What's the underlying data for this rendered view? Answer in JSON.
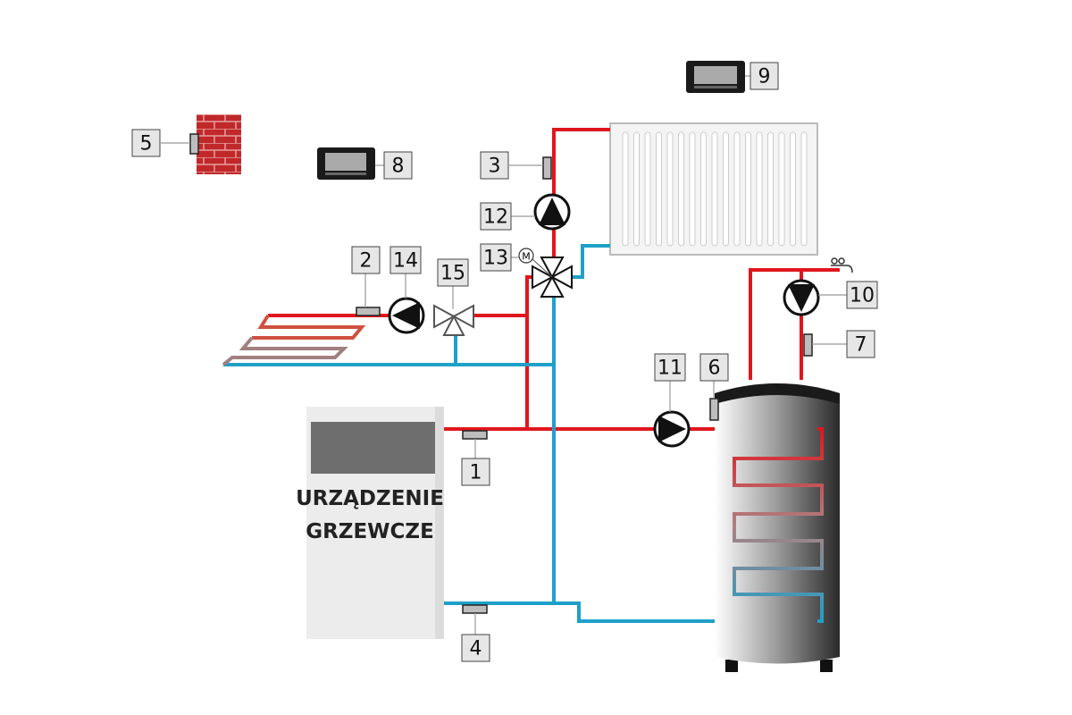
{
  "boiler": {
    "line1": "URZĄDZENIE",
    "line2": "GRZEWCZE"
  },
  "labels": {
    "l1": "1",
    "l2": "2",
    "l3": "3",
    "l4": "4",
    "l5": "5",
    "l6": "6",
    "l7": "7",
    "l8": "8",
    "l9": "9",
    "l10": "10",
    "l11": "11",
    "l12": "12",
    "l13": "13",
    "l14": "14",
    "l15": "15"
  },
  "valve_motor_symbol": "M",
  "colors": {
    "supply": "#e0161e",
    "return": "#1ea0c8",
    "brick": "#c0282a"
  }
}
